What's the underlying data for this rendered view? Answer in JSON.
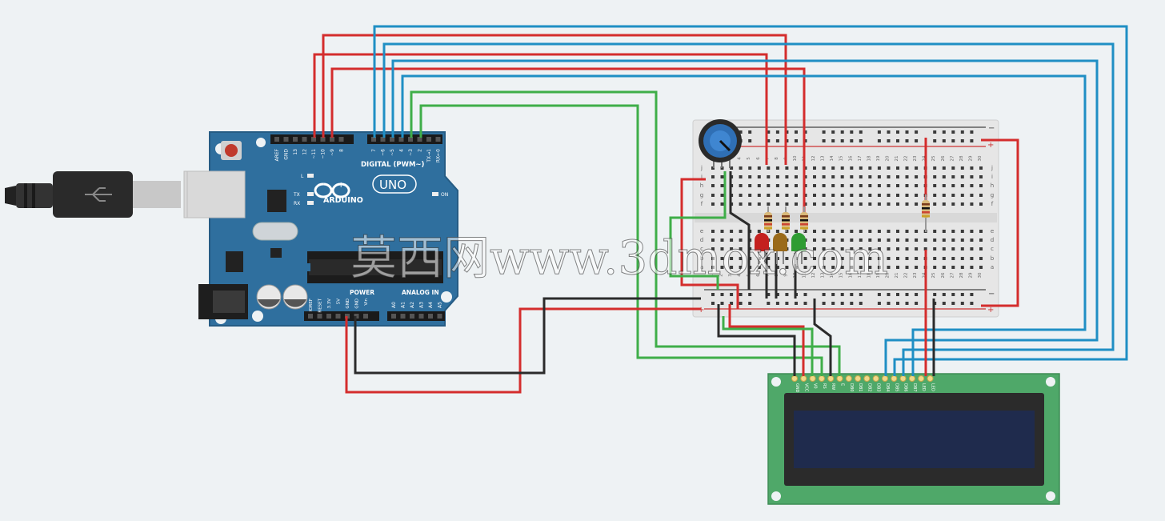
{
  "watermark": {
    "text": "莫西网www.3dmox.com"
  },
  "arduino": {
    "logo_text": "ARDUINO",
    "model": "UNO",
    "digital_header": "DIGITAL (PWM~)",
    "power_header": "POWER",
    "analog_header": "ANALOG IN",
    "tx": "TX",
    "rx": "RX",
    "on": "ON",
    "l": "L",
    "digital_pins": [
      "AREF",
      "GND",
      "13",
      "12",
      "~11",
      "~10",
      "~9",
      "8",
      "7",
      "~6",
      "~5",
      "4",
      "~3",
      "2",
      "TX→1",
      "RX←0"
    ],
    "power_pins": [
      "IOREF",
      "RESET",
      "3.3V",
      "5V",
      "GND",
      "GND",
      "Vin"
    ],
    "analog_pins": [
      "A0",
      "A1",
      "A2",
      "A3",
      "A4",
      "A5"
    ]
  },
  "breadboard": {
    "row_letters_top": [
      "j",
      "i",
      "h",
      "g",
      "f"
    ],
    "row_letters_bottom": [
      "e",
      "d",
      "c",
      "b",
      "a"
    ],
    "columns": [
      "1",
      "2",
      "3",
      "4",
      "5",
      "6",
      "7",
      "8",
      "9",
      "10",
      "11",
      "12",
      "13",
      "14",
      "15",
      "16",
      "17",
      "18",
      "19",
      "20",
      "21",
      "22",
      "23",
      "24",
      "25",
      "26",
      "27",
      "28",
      "29",
      "30"
    ],
    "plus": "+",
    "minus": "−"
  },
  "lcd": {
    "pins": [
      "GND",
      "VCC",
      "V0",
      "RS",
      "RW",
      "E",
      "DB0",
      "DB1",
      "DB2",
      "DB3",
      "DB4",
      "DB5",
      "DB6",
      "DB7",
      "LED",
      "LED"
    ]
  },
  "colors": {
    "wire_red": "#d42d2d",
    "wire_blue": "#1f8fc4",
    "wire_green": "#3fae49",
    "wire_black": "#2b2b2b",
    "board_blue": "#2f6f9e",
    "lcd_pcb": "#4fa869",
    "lcd_screen": "#1f2b4d",
    "led_red": "#c4201f",
    "led_amber": "#9a6a1a",
    "led_green": "#2f9c33"
  }
}
